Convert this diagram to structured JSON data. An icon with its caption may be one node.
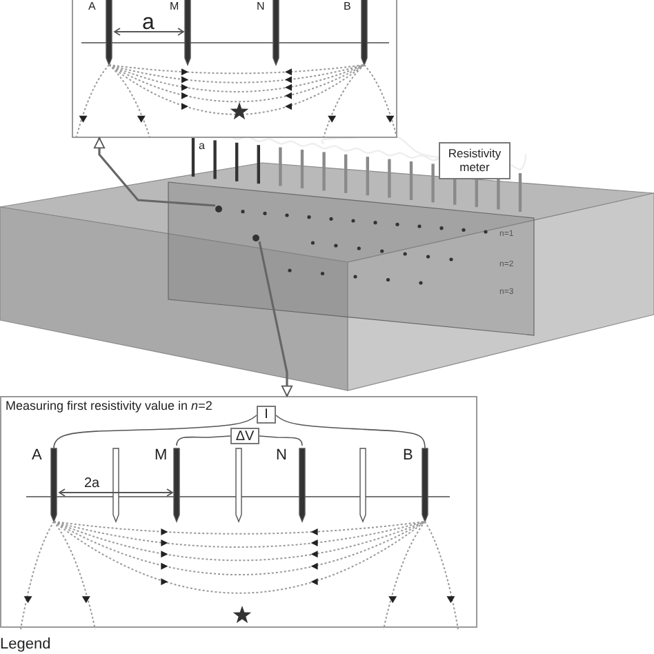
{
  "diagram": {
    "nodes": [
      {
        "text": [],
        "shape": "box"
      },
      {
        "text": [
          "Resistivity meter"
        ]
      },
      {
        "text": [],
        "shape": "circle"
      },
      {
        "text": [],
        "shape": "circle"
      },
      {
        "text": [
          "Measuring first resistivity value in *n*=2"
        ]
      },
      {
        "text": [
          "I"
        ],
        "in": 4
      },
      {
        "text": [
          "ΔV"
        ],
        "in": 4
      }
    ],
    "edges": [
      {
        "from": 2,
        "to": 0,
        "arrow": "to"
      },
      {
        "from": 3,
        "to": 4,
        "arrow": "to"
      }
    ],
    "labels": [
      "A",
      "M",
      "N",
      "B",
      "a",
      "a",
      "n=1",
      "n=2",
      "n=3",
      "A",
      "M",
      "N",
      "B",
      "2a",
      "Legend"
    ]
  }
}
